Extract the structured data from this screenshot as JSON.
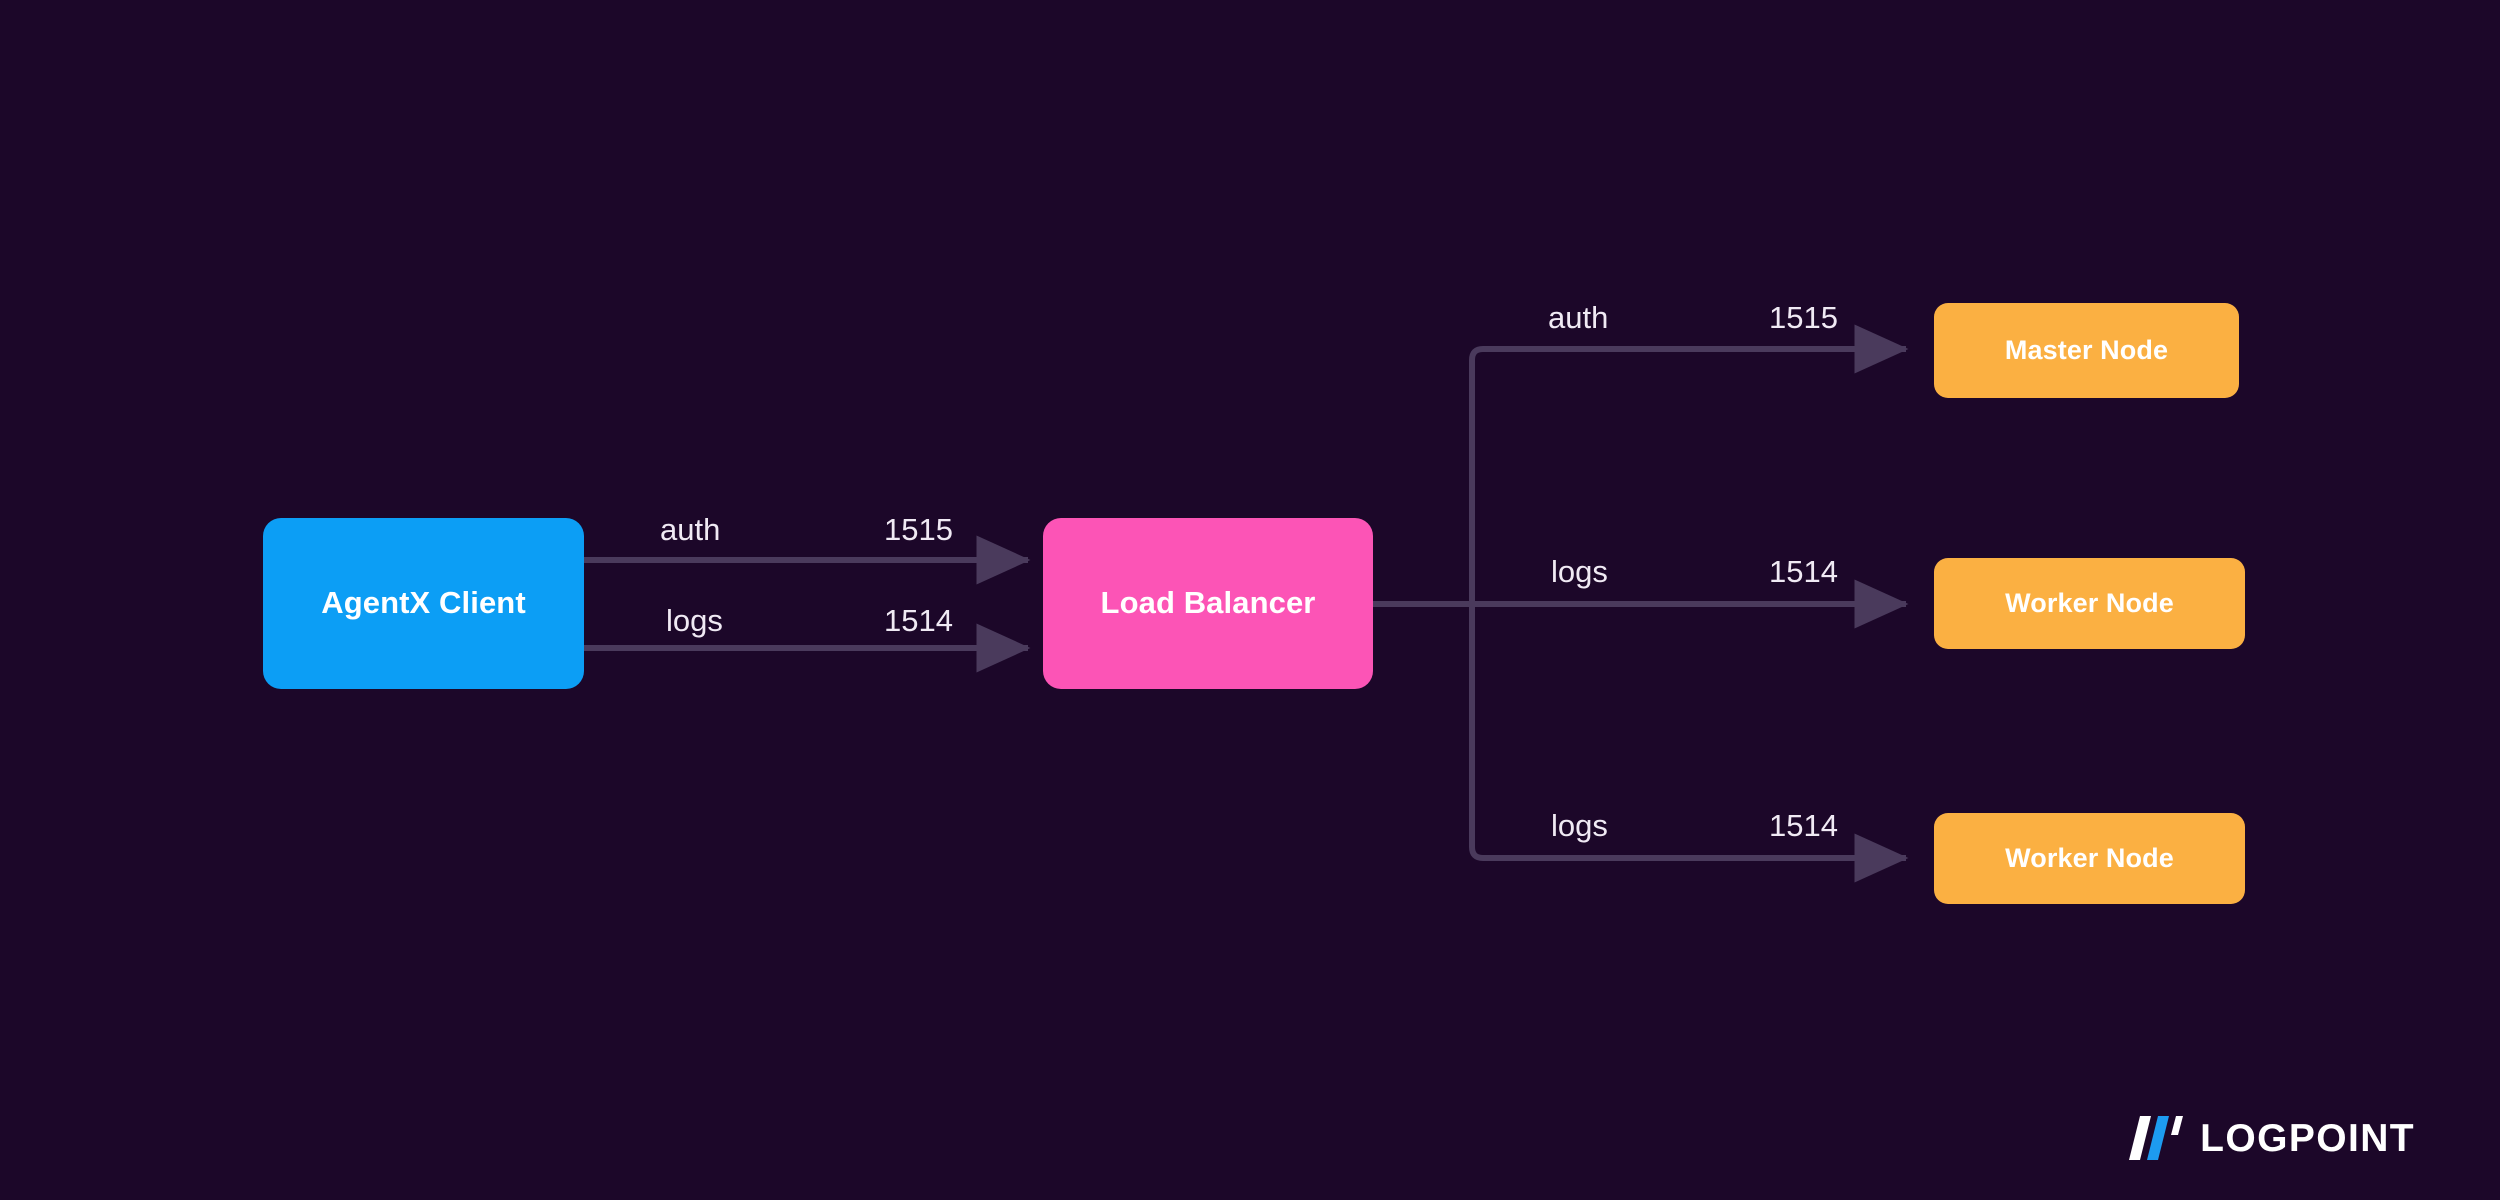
{
  "diagram": {
    "background_color": "#1c0729",
    "connector_color": "#4a3a5c",
    "nodes": {
      "client": {
        "label": "AgentX Client",
        "color": "#0c9ef5"
      },
      "balancer": {
        "label": "Load Balancer",
        "color": "#fc54b6"
      },
      "master": {
        "label": "Master Node",
        "color": "#fbb042"
      },
      "worker1": {
        "label": "Worker Node",
        "color": "#fbb042"
      },
      "worker2": {
        "label": "Worker Node",
        "color": "#fbb042"
      }
    },
    "edges": [
      {
        "from": "client",
        "to": "balancer",
        "service": "auth",
        "port": "1515"
      },
      {
        "from": "client",
        "to": "balancer",
        "service": "logs",
        "port": "1514"
      },
      {
        "from": "balancer",
        "to": "master",
        "service": "auth",
        "port": "1515"
      },
      {
        "from": "balancer",
        "to": "worker1",
        "service": "logs",
        "port": "1514"
      },
      {
        "from": "balancer",
        "to": "worker2",
        "service": "logs",
        "port": "1514"
      }
    ]
  },
  "logo": {
    "text": "LOGPOINT",
    "accent_color": "#1d9bf0",
    "mark_color": "#ffffff"
  }
}
